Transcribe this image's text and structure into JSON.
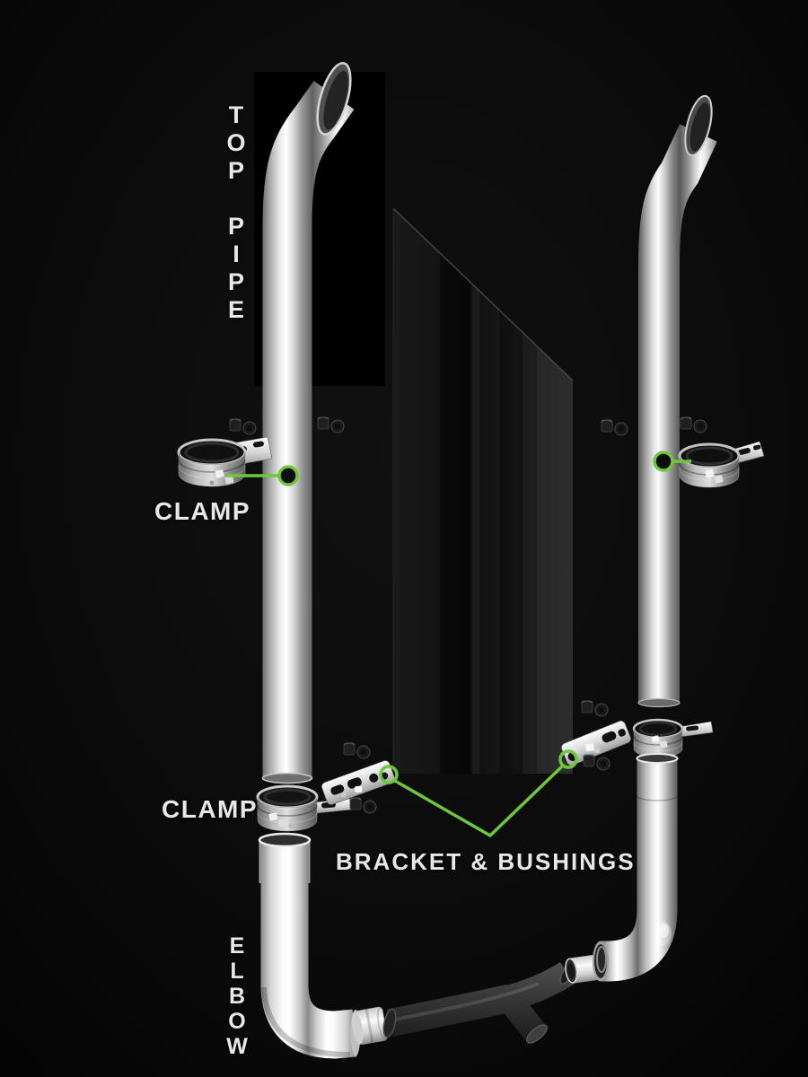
{
  "labels": {
    "top_pipe": "TOP PIPE",
    "clamp_upper": "CLAMP",
    "clamp_lower": "CLAMP",
    "bracket_bushings": "BRACKET & BUSHINGS",
    "elbow": "ELBOW"
  },
  "colors": {
    "background": "#0a0a0a",
    "accent_green": "#6dc83c",
    "label_text": "#e8e8e8"
  }
}
